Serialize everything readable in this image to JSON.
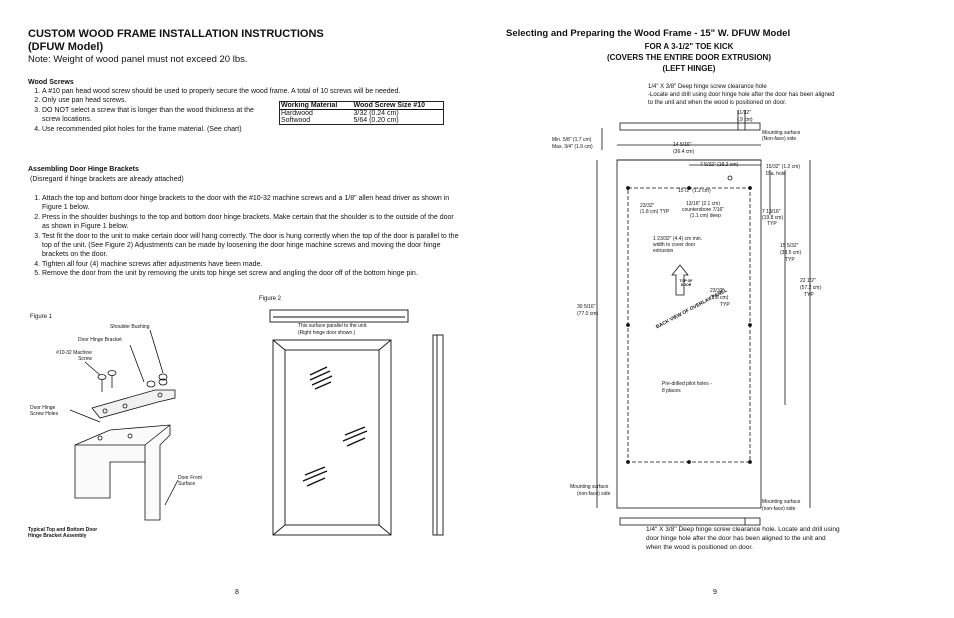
{
  "left": {
    "title_line1": "CUSTOM WOOD FRAME INSTALLATION INSTRUCTIONS",
    "title_line2": "(DFUW Model)",
    "note": "Note:  Weight of wood panel must not exceed 20 lbs.",
    "wood_screws_heading": "Wood Screws",
    "wood_screws_steps": [
      "A #10 pan head wood screw should be used to properly secure the wood frame. A total of 10 screws will be needed.",
      "Only use pan head screws.",
      "DO NOT select a screw that is longer than the wood thickness at the screw locations.",
      "Use recommended pilot holes for the frame material. (See chart)"
    ],
    "table": {
      "headers": [
        "Working Material",
        "Wood Screw Size #10"
      ],
      "rows": [
        [
          "Hardwood",
          "3/32 (0.24 cm)"
        ],
        [
          "Softwood",
          "5/64 (0.20 cm)"
        ]
      ]
    },
    "brackets_heading": "Assembling Door Hinge Brackets",
    "brackets_sub": "(Disregard if hinge brackets are already attached)",
    "brackets_steps": [
      "Attach the top and bottom door hinge brackets to the door with the #10-32 machine screws and a 1/8\" allen head driver as shown in Figure 1 below.",
      "Press in the shoulder bushings to the top and bottom door hinge brackets. Make certain that the shoulder is to the outside of the door as shown in Figure 1 below.",
      "Test fit the door to the unit to make certain door will hang correctly. The door is hung correctly when the top of the door is parallel to the top of the unit. (See Figure 2) Adjustments can be made by loosening the door hinge machine screws and moving the door hinge brackets on the door.",
      "Tighten all four (4) machine screws after adjustments have been made.",
      "Remove the door from the unit by removing the units top hinge set screw and angling the door off of the bottom hinge pin."
    ],
    "figure1": {
      "title": "Figure 1",
      "shoulder": "Shoulder Bushing",
      "bracket": "Door Hinge Bracket",
      "machine": "#10-32 Machine Screw",
      "screw_holes": "Door Hinge Screw Holes",
      "door_front": "Door Front Surface",
      "caption": "Typical Top and Bottom Door Hinge Bracket Assembly"
    },
    "figure2": {
      "title": "Figure 2",
      "parallel": "This surface parallel to the unit.",
      "parallel2": "(Right hinge door shown.)"
    },
    "page_number": "8"
  },
  "right": {
    "title": "Selecting and Preparing the Wood Frame - 15\" W. DFUW Model",
    "sub1": "FOR A 3-1/2\" TOE KICK",
    "sub2": "(COVERS THE ENTIRE DOOR EXTRUSION)",
    "sub3": "(LEFT HINGE)",
    "top_note1": "1/4\" X 3/8\" Deep hinge screw clearance hole",
    "top_note2": "-Locate and drill using door hinge hole after the door has been aligned",
    "top_note3": "to the unit and when the wood is positioned on door.",
    "dims": {
      "d_11_32": "11/32\"",
      "d_11_32b": "(.9 cm)",
      "mount_top": "Mounting surface",
      "mount_top2": "(Non-face) side",
      "min": "Min. 5/8\" (1.7 cm)",
      "max": "Max. 3/4\" (1.9 cm)",
      "d_14": "14 5/16\"",
      "d_14b": "(36.4 cm)",
      "d_7": "7 5/32\" (18.2 cm)",
      "d_15_32": "15/32\" (1.2 cm)",
      "dia": "Dia. hole",
      "d_15_2": "15 /2\" (1.2 cm)",
      "d_23a": "23/32\"",
      "d_23ab": "(1.8 cm) TYP",
      "d_13": "13/16\" (2.1 cm)",
      "d_13b": "countersbore 7/16\"",
      "d_13c": "(1.1 cm) deep",
      "d_7_13": "7 13/16\"",
      "d_7_13b": "(19.8 cm)",
      "typ": "TYP",
      "d_1_23": "1 23/32\" (4.4) cm min.",
      "d_1_23b": "width to cover door",
      "d_1_23c": "extrusion",
      "d_15_5": "15 5/32\"",
      "d_15_5b": "(38.5 cm)",
      "d_22": "22 1/2\"",
      "d_22b": "(57.2 cm)",
      "d_23b": "23/32\"",
      "d_23bb": "(1.8 cm)",
      "d_30": "30 5/16\"",
      "d_30b": "(77.0 cm)",
      "back_view": "BACK VIEW OF OVERLAY PANEL",
      "pilot": "Pre-drilled pilot holes -",
      "pilot2": "8 places",
      "arrow_label": "TOP OF DOOR",
      "mount_bl": "Mounting surface",
      "mount_bl2": "(non-face) side",
      "mount_br": "Mounting surface",
      "mount_br2": "(non-face) side"
    },
    "bottom_note1": "1/4\" X 3/8\" Deep hinge screw clearance hole.  Locate and drill using",
    "bottom_note2": "door hinge hole after the door has been aligned to the unit and",
    "bottom_note3": "when the wood is positioned on door.",
    "page_number": "9"
  }
}
